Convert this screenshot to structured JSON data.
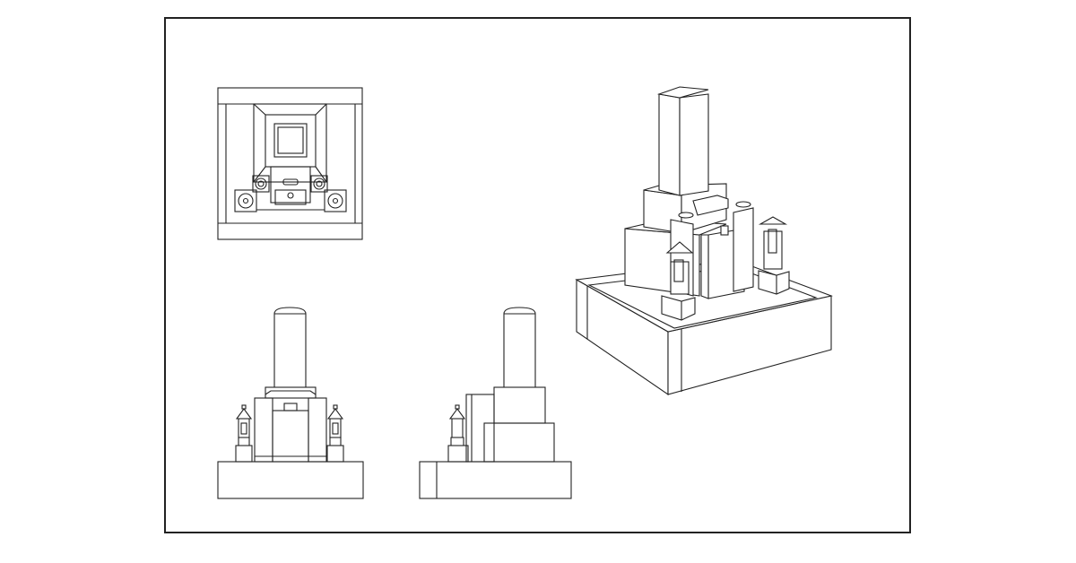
{
  "drawing": {
    "subject": "gravestone-drawing",
    "views": [
      "top-view",
      "front-elevation",
      "side-elevation",
      "isometric-view"
    ],
    "line_color": "#222222",
    "background_color": "#ffffff"
  }
}
